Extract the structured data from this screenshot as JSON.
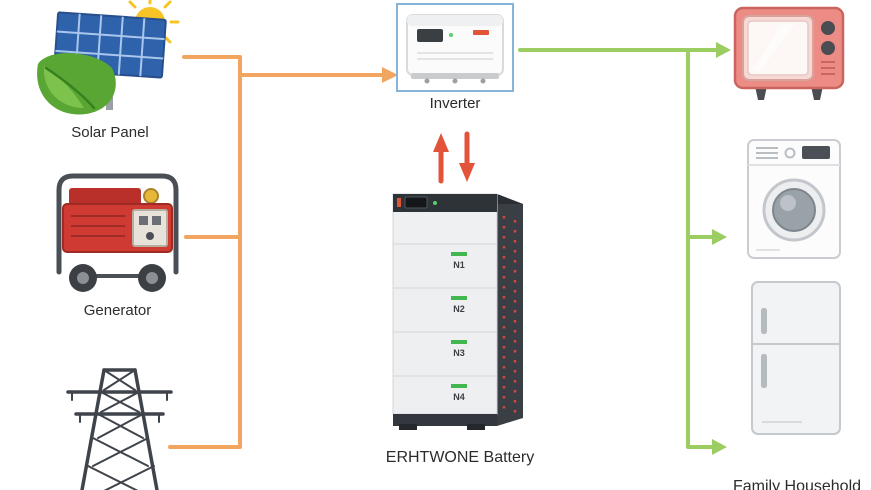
{
  "diagram": {
    "sources": {
      "solar_label": "Solar Panel",
      "generator_label": "Generator"
    },
    "inverter_label": "Inverter",
    "battery": {
      "label": "ERHTWONE Battery",
      "modules": [
        "N1",
        "N2",
        "N3",
        "N4"
      ]
    },
    "loads_label": "Family Household",
    "colors": {
      "source_line": "#f1a55f",
      "charge_line": "#e2533a",
      "load_line": "#9ccd63",
      "inverter_border": "#85b4d8"
    },
    "icons": [
      "solar-panel-icon",
      "generator-icon",
      "power-tower-icon",
      "inverter-icon",
      "battery-stack-icon",
      "tv-icon",
      "washing-machine-icon",
      "refrigerator-icon"
    ]
  }
}
